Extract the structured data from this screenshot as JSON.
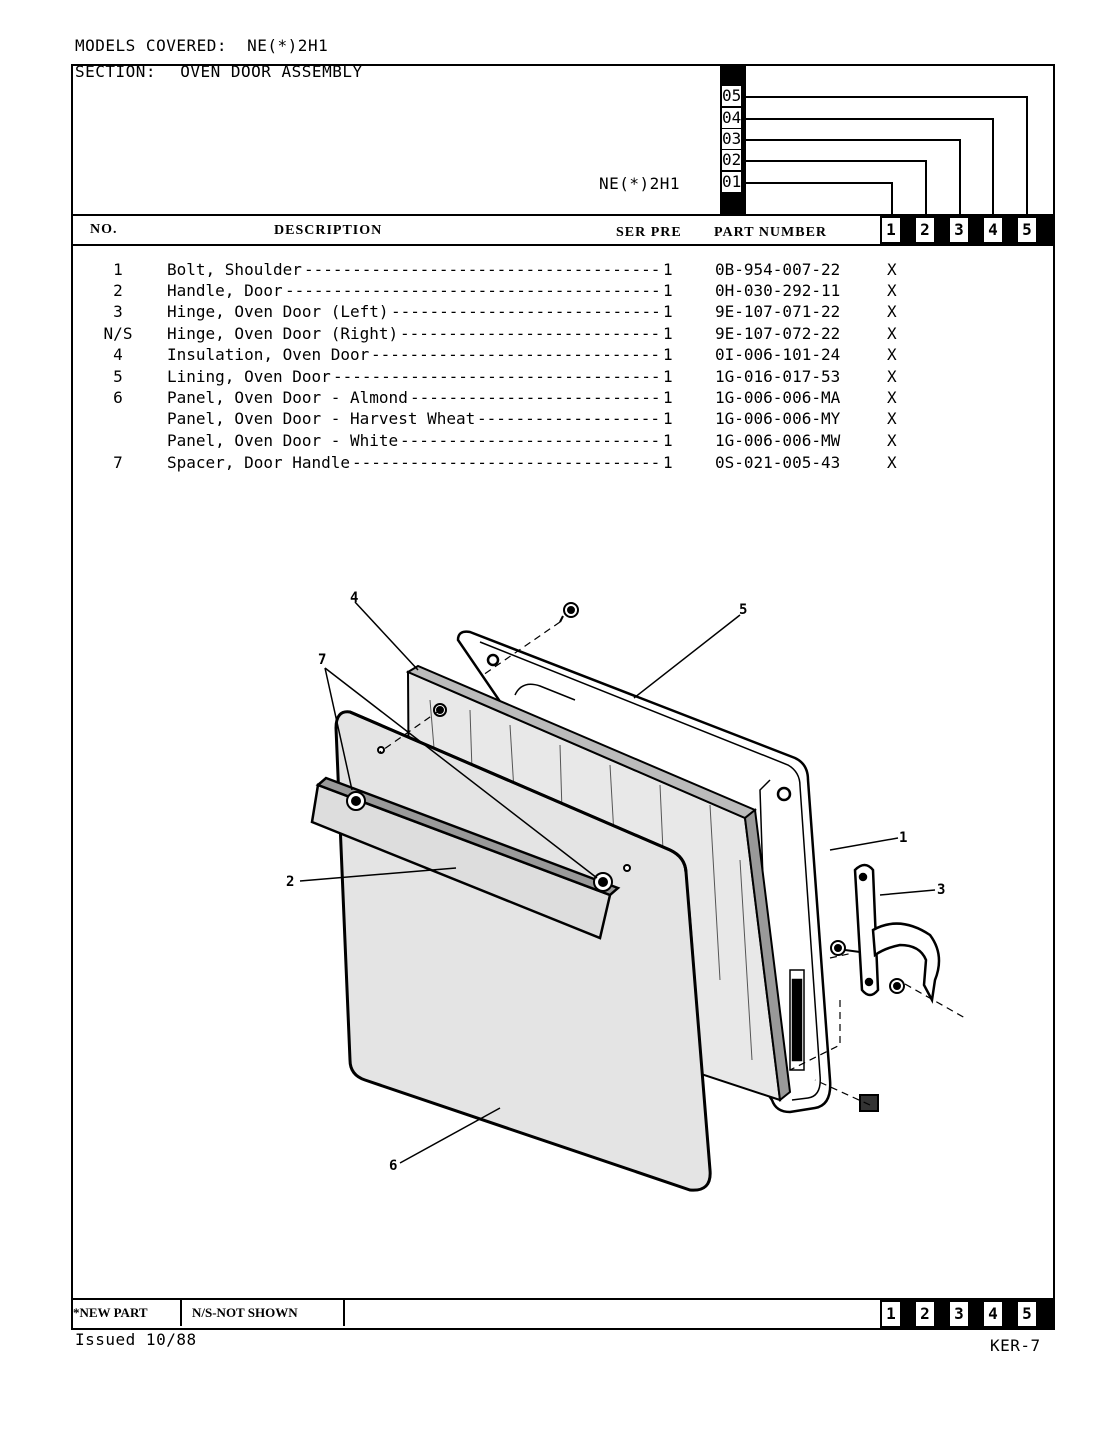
{
  "header": {
    "models_label": "MODELS COVERED:",
    "models_value": "NE(*)2H1",
    "section_label": "SECTION:",
    "section_value": "OVEN DOOR ASSEMBLY",
    "model_code": "NE(*)2H1"
  },
  "serial_prefixes": [
    "05",
    "04",
    "03",
    "02",
    "01"
  ],
  "columns": {
    "no": "NO.",
    "description": "DESCRIPTION",
    "ser_pre": "SER PRE",
    "part_number": "PART NUMBER",
    "checks": [
      "1",
      "2",
      "3",
      "4",
      "5"
    ]
  },
  "parts": [
    {
      "no": "1",
      "desc": "Bolt, Shoulder",
      "qty": "1",
      "part": "0B-954-007-22",
      "mark": "X"
    },
    {
      "no": "2",
      "desc": "Handle, Door",
      "qty": "1",
      "part": "0H-030-292-11",
      "mark": "X"
    },
    {
      "no": "3",
      "desc": "Hinge, Oven Door (Left)",
      "qty": "1",
      "part": "9E-107-071-22",
      "mark": "X"
    },
    {
      "no": "N/S",
      "desc": "Hinge, Oven Door (Right)",
      "qty": "1",
      "part": "9E-107-072-22",
      "mark": "X"
    },
    {
      "no": "4",
      "desc": "Insulation, Oven Door",
      "qty": "1",
      "part": "0I-006-101-24",
      "mark": "X"
    },
    {
      "no": "5",
      "desc": "Lining, Oven Door",
      "qty": "1",
      "part": "1G-016-017-53",
      "mark": "X"
    },
    {
      "no": "6",
      "desc": "Panel, Oven Door - Almond",
      "qty": "1",
      "part": "1G-006-006-MA",
      "mark": "X"
    },
    {
      "no": "",
      "desc": "Panel, Oven Door - Harvest Wheat",
      "qty": "1",
      "part": "1G-006-006-MY",
      "mark": "X"
    },
    {
      "no": "",
      "desc": "Panel, Oven Door - White",
      "qty": "1",
      "part": "1G-006-006-MW",
      "mark": "X"
    },
    {
      "no": "7",
      "desc": "Spacer, Door Handle",
      "qty": "1",
      "part": "0S-021-005-43",
      "mark": "X"
    }
  ],
  "callouts": [
    "1",
    "2",
    "3",
    "4",
    "5",
    "6",
    "7"
  ],
  "footer": {
    "new_part": "*NEW PART",
    "not_shown": "N/S-NOT SHOWN",
    "issued": "Issued 10/88",
    "page_code": "KER-7"
  }
}
